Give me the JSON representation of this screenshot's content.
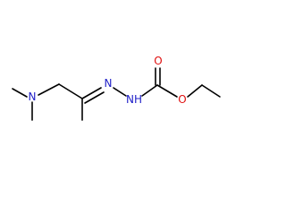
{
  "molecule": {
    "atoms": [
      {
        "id": "a1",
        "label": "N",
        "color": "#2020c8",
        "kind": "amine-nitrogen"
      },
      {
        "id": "a2",
        "label": "N",
        "color": "#2020c8",
        "kind": "imine-nitrogen"
      },
      {
        "id": "a3",
        "label": "NH",
        "color": "#2020c8",
        "kind": "hydrazine-nitrogen"
      },
      {
        "id": "a4",
        "label": "O",
        "color": "#e01010",
        "kind": "carbonyl-oxygen"
      },
      {
        "id": "a5",
        "label": "O",
        "color": "#e01010",
        "kind": "ester-oxygen"
      }
    ],
    "bond_color": "#000000"
  }
}
